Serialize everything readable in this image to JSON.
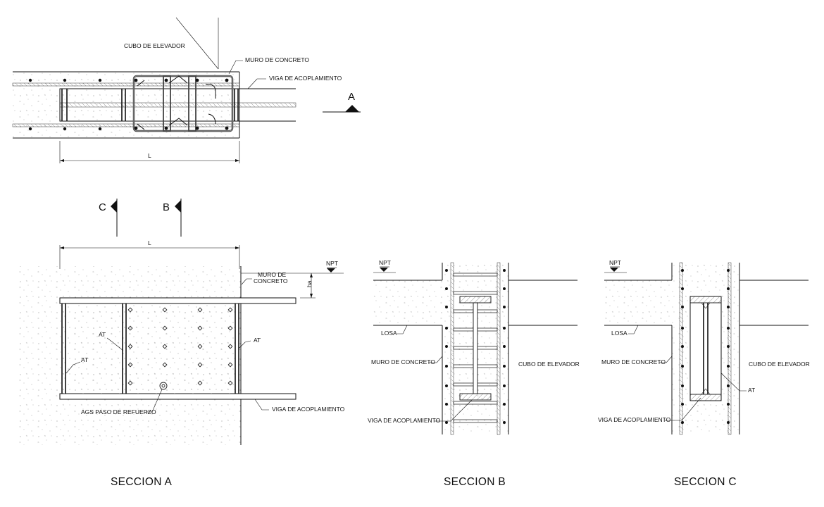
{
  "plan": {
    "label_elevator_shaft": "CUBO DE ELEVADOR",
    "label_concrete_wall": "MURO DE CONCRETO",
    "label_coupling_beam": "VIGA DE ACOPLAMIENTO",
    "dimension_L": "L",
    "section_mark_A": "A"
  },
  "section_a": {
    "mark_C": "C",
    "mark_B": "B",
    "dimension_L": "L",
    "npt": "NPT",
    "ha": "ha",
    "label_concrete_wall_line1": "MURO DE",
    "label_concrete_wall_line2": "CONCRETO",
    "at_left": "AT",
    "at_middle": "AT",
    "at_right": "AT",
    "label_holes": "AGS PASO DE REFUERZO",
    "label_coupling_beam": "VIGA DE ACOPLAMIENTO",
    "title": "SECCION A"
  },
  "section_b": {
    "npt": "NPT",
    "label_slab": "LOSA",
    "label_concrete_wall": "MURO DE CONCRETO",
    "label_elevator_shaft": "CUBO DE ELEVADOR",
    "label_coupling_beam": "VIGA DE ACOPLAMIENTO",
    "title": "SECCION B"
  },
  "section_c": {
    "npt": "NPT",
    "label_slab": "LOSA",
    "label_concrete_wall": "MURO DE CONCRETO",
    "label_elevator_shaft": "CUBO DE ELEVADOR",
    "at": "AT",
    "label_coupling_beam": "VIGA DE ACOPLAMIENTO",
    "title": "SECCION C"
  }
}
